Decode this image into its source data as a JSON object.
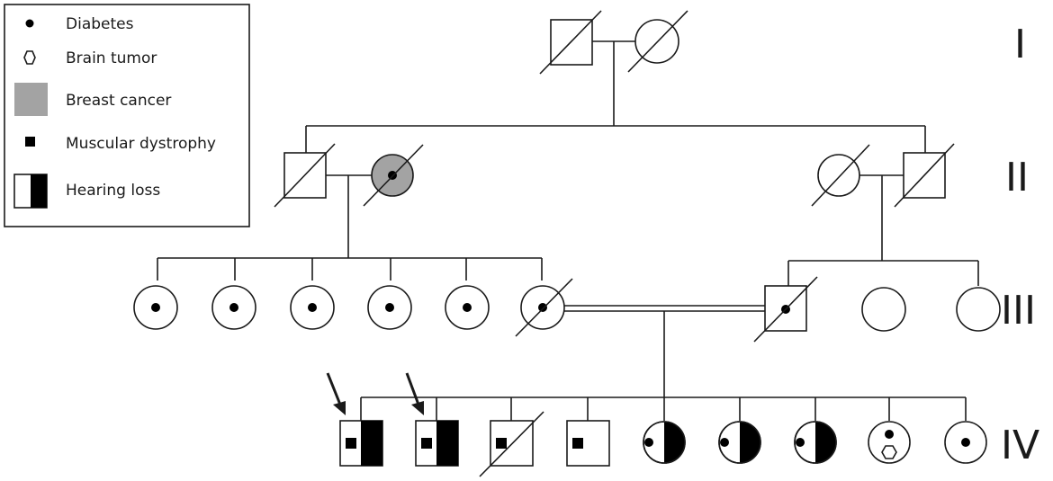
{
  "legend": {
    "items": [
      {
        "label": "Diabetes",
        "icon": "diabetes-dot-icon"
      },
      {
        "label": "Brain tumor",
        "icon": "brain-tumor-hexagon-icon"
      },
      {
        "label": "Breast cancer",
        "icon": "breast-cancer-gray-square-icon"
      },
      {
        "label": "Muscular dystrophy",
        "icon": "muscular-dystrophy-square-icon"
      },
      {
        "label": "Hearing loss",
        "icon": "hearing-loss-half-filled-icon"
      }
    ]
  },
  "generations": [
    "I",
    "II",
    "III",
    "IV"
  ],
  "colors": {
    "line": "#1a1a1a",
    "breast_cancer_fill": "#a3a3a3",
    "affected_fill": "#000000",
    "background": "#ffffff"
  }
}
